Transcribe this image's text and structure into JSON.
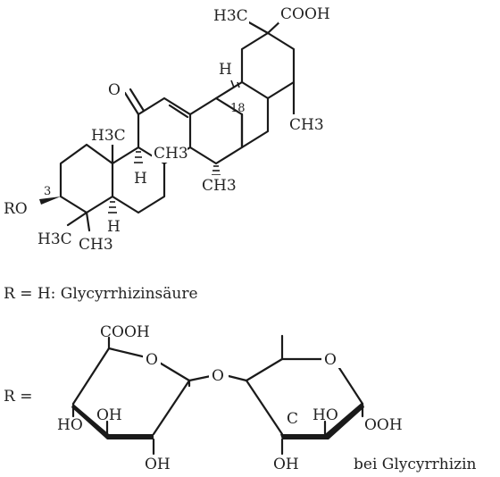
{
  "labels": {
    "h3c_top": "H3C",
    "cooh_top": "COOH",
    "h_18": "H",
    "num_18": "18",
    "keto_o": "O",
    "h3c_mid": "H3C",
    "ch3_mid": "CH3",
    "ch3_right": "CH3",
    "h_center": "H",
    "ch3_lower": "CH3",
    "num_3": "3",
    "ro": "RO",
    "h_5": "H",
    "h3c_bottom": "H3C",
    "ch3_bottom": "CH3"
  },
  "caption_aglycone": "R = H: Glycyrrhizinsäure",
  "sugar": {
    "r_eq": "R =",
    "cooh": "COOH",
    "ring_o1": "O",
    "link_o": "O",
    "ring_o2": "O",
    "ho_1": "HO",
    "oh_1": "OH",
    "oh_2": "OH",
    "c_atom": "C",
    "ho_2": "HO",
    "ooh": "OOH",
    "oh_3": "OH",
    "caption": "bei Glycyrrhizin"
  }
}
